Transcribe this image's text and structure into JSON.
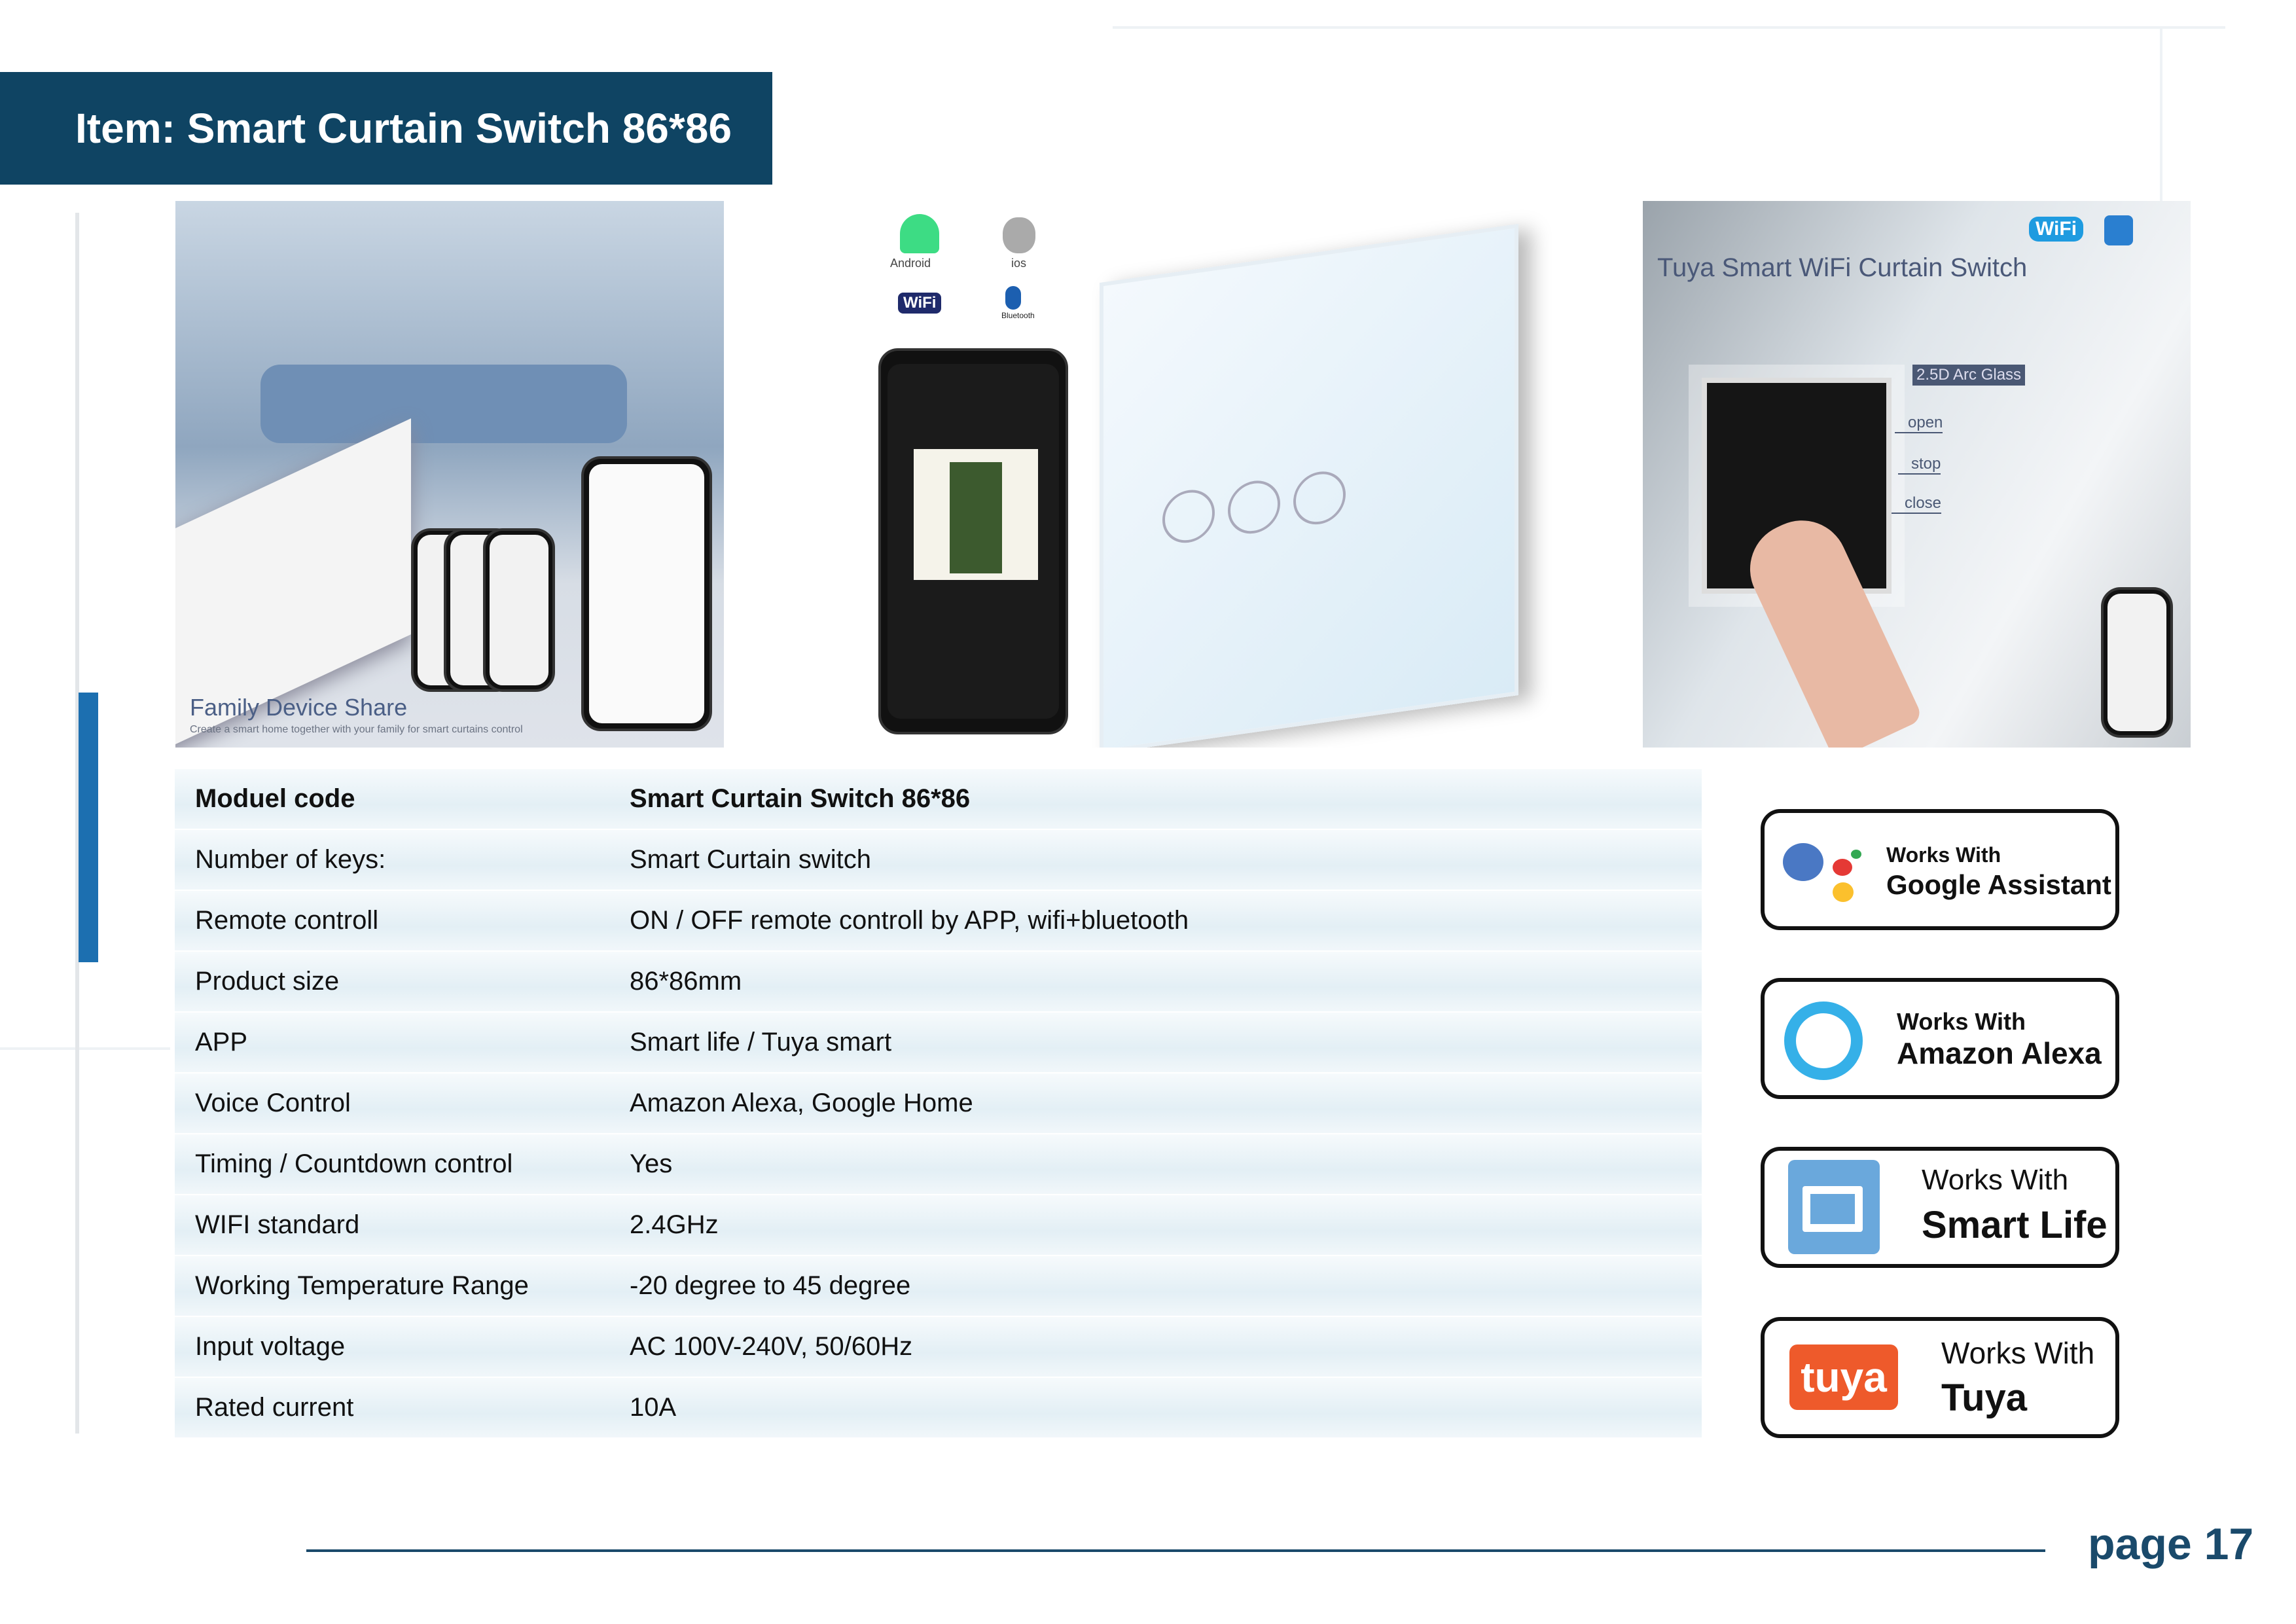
{
  "header": {
    "title": "Item: Smart Curtain Switch 86*86"
  },
  "photos": {
    "left": {
      "caption": "Family Device Share",
      "subcaption": "Create a smart home together with your family for smart curtains control"
    },
    "middle": {
      "android_label": "Android",
      "ios_label": "ios",
      "wifi_label": "WiFi",
      "bluetooth_label": "Bluetooth"
    },
    "right": {
      "title": "Tuya Smart WiFi Curtain Switch",
      "glass_label": "2.5D Arc Glass",
      "open_label": "open",
      "stop_label": "stop",
      "close_label": "close",
      "wifi_label": "WiFi"
    }
  },
  "specs": [
    {
      "key": "Moduel code",
      "value": "Smart Curtain Switch 86*86"
    },
    {
      "key": "Number of keys:",
      "value": "Smart Curtain switch"
    },
    {
      "key": "Remote controll",
      "value": "ON / OFF remote controll by APP, wifi+bluetooth"
    },
    {
      "key": "Product size",
      "value": "86*86mm"
    },
    {
      "key": "APP",
      "value": "Smart life / Tuya smart"
    },
    {
      "key": "Voice Control",
      "value": "Amazon Alexa, Google Home"
    },
    {
      "key": "Timing / Countdown control",
      "value": "Yes"
    },
    {
      "key": "WIFI standard",
      "value": "2.4GHz"
    },
    {
      "key": "Working Temperature Range",
      "value": "-20 degree to 45 degree"
    },
    {
      "key": "Input voltage",
      "value": "AC 100V-240V, 50/60Hz"
    },
    {
      "key": "Rated current",
      "value": "10A"
    }
  ],
  "badges": [
    {
      "top": "Works With",
      "name": "Google Assistant"
    },
    {
      "top": "Works With",
      "name": "Amazon Alexa"
    },
    {
      "top": "Works With",
      "name": "Smart Life"
    },
    {
      "top": "Works With",
      "name": "Tuya",
      "logo_text": "tuya"
    }
  ],
  "footer": {
    "page": "page 17"
  },
  "colors": {
    "title_bg": "#0f4463",
    "accent": "#1c6fb0",
    "tuya": "#ee5a2b",
    "smartlife": "#6aa8dc",
    "alexa": "#35b0e8"
  }
}
